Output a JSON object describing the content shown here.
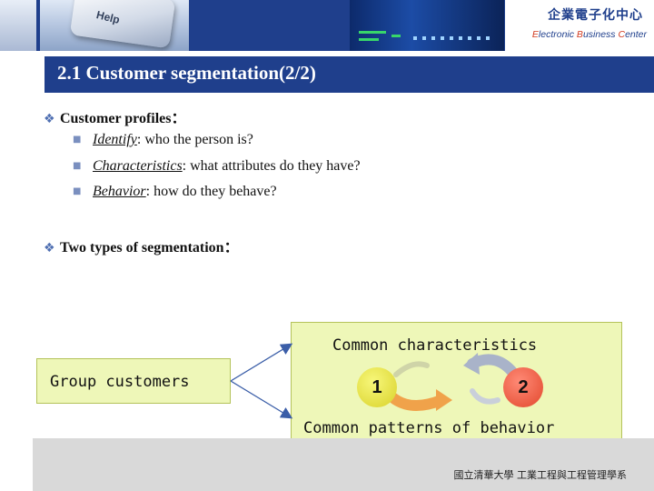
{
  "header": {
    "logo_cn": "企業電子化中心",
    "logo_en_parts": [
      "E",
      "lectronic ",
      "B",
      "usiness ",
      "C",
      "enter"
    ],
    "key_label": "Help"
  },
  "title": "2.1 Customer segmentation(2/2)",
  "bullets": [
    {
      "text": "Customer profiles：",
      "sub": [
        {
          "term": "Identify",
          "rest": ": who the person is?"
        },
        {
          "term": "Characteristics",
          "rest": ": what attributes do they have?"
        },
        {
          "term": "Behavior",
          "rest": ": how do they behave?"
        }
      ]
    },
    {
      "text": "Two types of segmentation：",
      "sub": []
    }
  ],
  "diagram": {
    "group_label": "Group customers",
    "common_characteristics": "Common characteristics",
    "common_behavior": "Common patterns of behavior",
    "circle_1": "1",
    "circle_2": "2"
  },
  "footer": "國立清華大學 工業工程與工程管理學系",
  "colors": {
    "navy": "#1f3f8c",
    "box_fill": "#eef7b8",
    "arrow_blue": "#3b5ea8",
    "cycle_orange": "#f0a24a",
    "cycle_gray": "#a9b3c9"
  }
}
